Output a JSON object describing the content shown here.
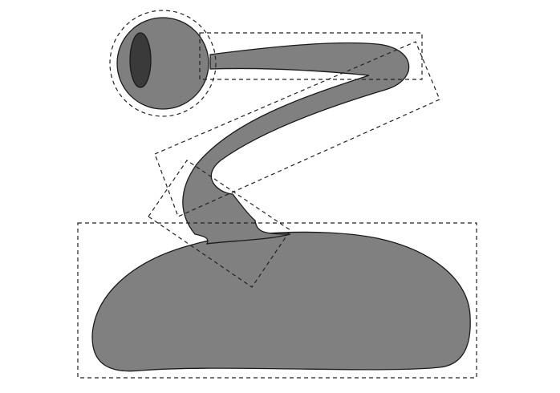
{
  "colors": {
    "background": "#ffffff",
    "body_fill": "#808080",
    "eye_fill": "#7f7f7f",
    "pupil_fill": "#3a3a3a",
    "outline": "#1a1a1a",
    "bounding_box_stroke": "#222222"
  },
  "parts": [
    {
      "name": "base",
      "fill_key": "body_fill"
    },
    {
      "name": "neck",
      "fill_key": "body_fill"
    },
    {
      "name": "eye",
      "fill_key": "eye_fill"
    },
    {
      "name": "pupil",
      "fill_key": "pupil_fill"
    }
  ],
  "bounding_boxes": [
    "eye-circle",
    "upper-arm",
    "middle-arm",
    "lower-joint",
    "base"
  ]
}
